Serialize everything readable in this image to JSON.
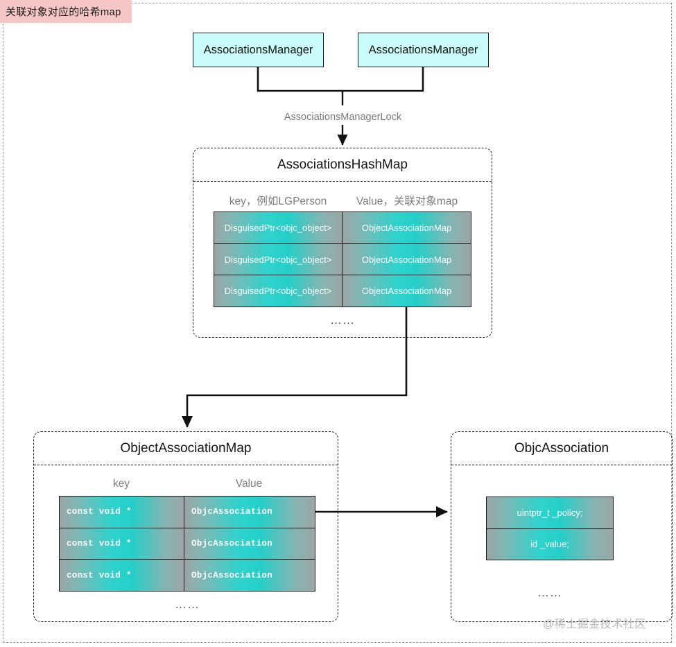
{
  "caption": {
    "text": "关联对象对应的哈希map"
  },
  "top_boxes": [
    {
      "label": "AssociationsManager"
    },
    {
      "label": "AssociationsManager"
    }
  ],
  "connectors": {
    "lock_label": "AssociationsManagerLock"
  },
  "hashmap": {
    "title": "AssociationsHashMap",
    "headers": {
      "key": "key，例如LGPerson",
      "value": "Value，关联对象map"
    },
    "rows": [
      {
        "key": "DisguisedPtr<objc_object>",
        "value": "ObjectAssociationMap"
      },
      {
        "key": "DisguisedPtr<objc_object>",
        "value": "ObjectAssociationMap"
      },
      {
        "key": "DisguisedPtr<objc_object>",
        "value": "ObjectAssociationMap"
      }
    ],
    "ellipsis": "……"
  },
  "object_association_map": {
    "title": "ObjectAssociationMap",
    "headers": {
      "key": "key",
      "value": "Value"
    },
    "rows": [
      {
        "key": "const void *",
        "value": "ObjcAssociation"
      },
      {
        "key": "const void *",
        "value": "ObjcAssociation"
      },
      {
        "key": "const void *",
        "value": "ObjcAssociation"
      }
    ],
    "ellipsis": "……"
  },
  "objc_association": {
    "title": "ObjcAssociation",
    "fields": [
      {
        "text": "uintptr_t _policy;"
      },
      {
        "text": "id _value;"
      }
    ],
    "ellipsis": "……"
  },
  "watermark": {
    "text": "@稀土掘金技术社区"
  },
  "colors": {
    "caption_bg": "#f7c7c7",
    "box_fill": "#c9fcfb",
    "cell_teal": "#25cfc9",
    "cell_gray": "#9aa6a5",
    "stroke": "#1a1a1a",
    "muted_text": "#7d7d7d",
    "watermark": "#b7b7b7"
  }
}
